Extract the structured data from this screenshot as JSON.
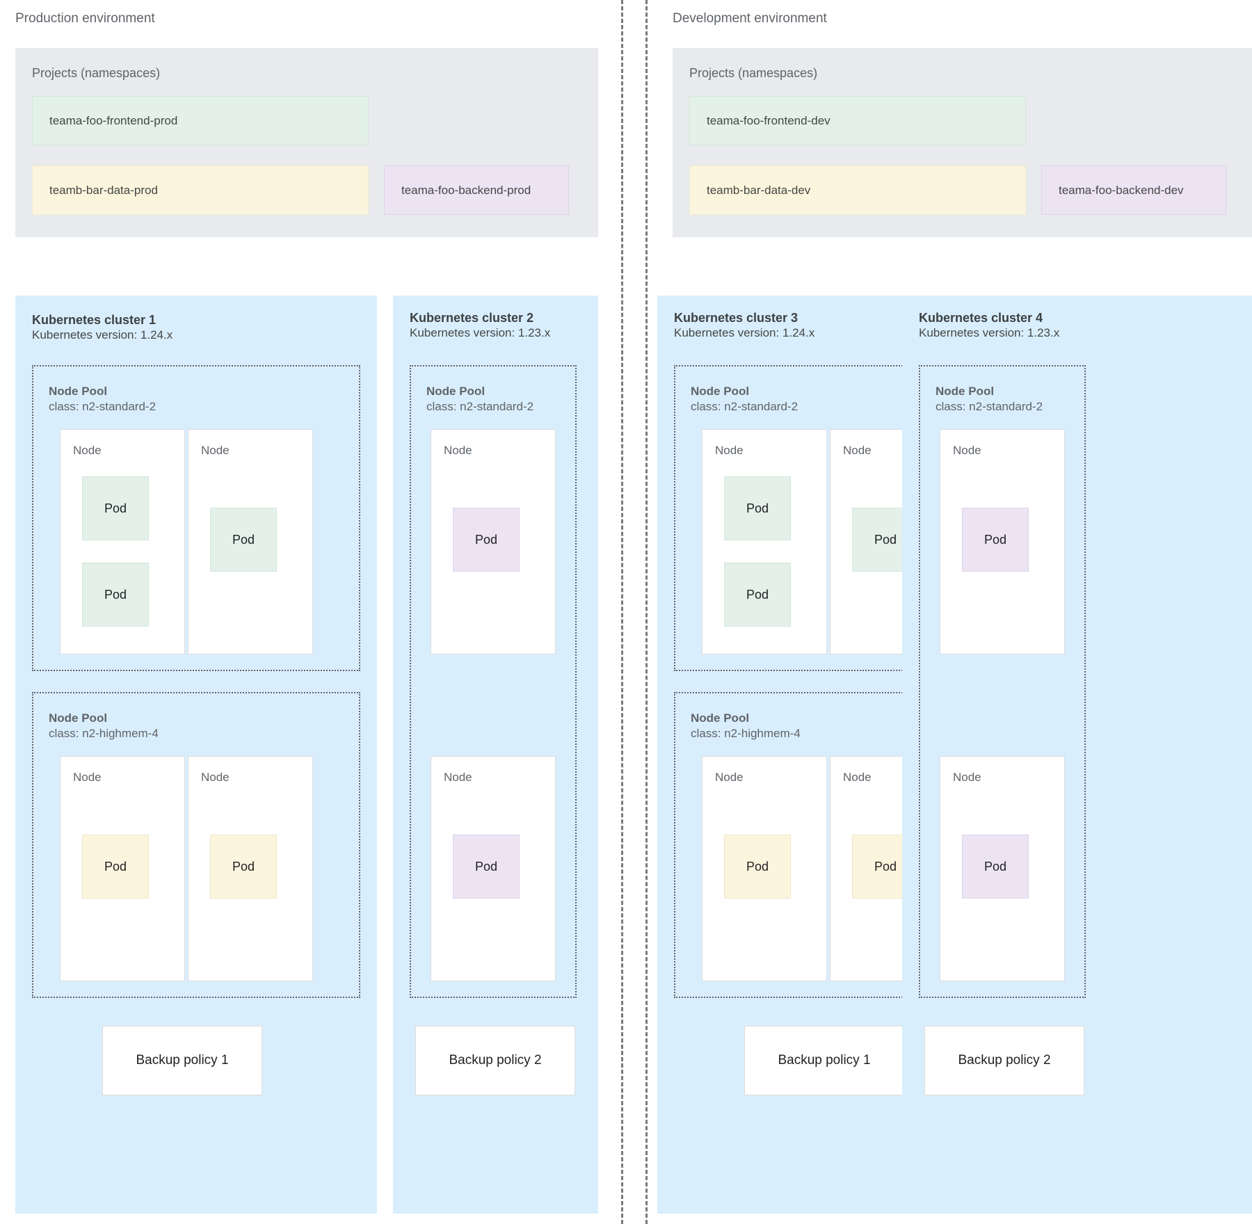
{
  "environments": [
    {
      "title": "Production environment",
      "namespaces_panel": {
        "title": "Projects (namespaces)",
        "items": [
          {
            "label": "teama-foo-frontend-prod",
            "color": "green",
            "hex": "#e3f1e9"
          },
          {
            "label": "teamb-bar-data-prod",
            "color": "yellow",
            "hex": "#fcf5dd"
          },
          {
            "label": "teama-foo-backend-prod",
            "color": "purple",
            "hex": "#ece4f3"
          }
        ]
      },
      "clusters": [
        {
          "title": "Kubernetes cluster 1",
          "version": "Kubernetes version: 1.24.x",
          "backup_policy": "Backup policy 1",
          "node_pools": [
            {
              "title": "Node Pool",
              "class": "class: n2-standard-2",
              "nodes": [
                {
                  "label": "Node",
                  "pods": [
                    {
                      "label": "Pod",
                      "color": "green"
                    },
                    {
                      "label": "Pod",
                      "color": "green"
                    }
                  ]
                },
                {
                  "label": "Node",
                  "pods": [
                    {
                      "label": "Pod",
                      "color": "green"
                    }
                  ]
                }
              ]
            },
            {
              "title": "Node Pool",
              "class": "class: n2-highmem-4",
              "nodes": [
                {
                  "label": "Node",
                  "pods": [
                    {
                      "label": "Pod",
                      "color": "yellow"
                    }
                  ]
                },
                {
                  "label": "Node",
                  "pods": [
                    {
                      "label": "Pod",
                      "color": "yellow"
                    }
                  ]
                }
              ]
            }
          ]
        },
        {
          "title": "Kubernetes cluster 2",
          "version": "Kubernetes version: 1.23.x",
          "backup_policy": "Backup policy 2",
          "node_pools": [
            {
              "title": "Node Pool",
              "class": "class: n2-standard-2",
              "nodes": [
                {
                  "label": "Node",
                  "pods": [
                    {
                      "label": "Pod",
                      "color": "purple"
                    }
                  ]
                },
                {
                  "label": "Node",
                  "pods": [
                    {
                      "label": "Pod",
                      "color": "purple"
                    }
                  ]
                }
              ]
            }
          ]
        }
      ]
    },
    {
      "title": "Development environment",
      "namespaces_panel": {
        "title": "Projects (namespaces)",
        "items": [
          {
            "label": "teama-foo-frontend-dev",
            "color": "green",
            "hex": "#e3f1e9"
          },
          {
            "label": "teamb-bar-data-dev",
            "color": "yellow",
            "hex": "#fcf5dd"
          },
          {
            "label": "teama-foo-backend-dev",
            "color": "purple",
            "hex": "#ece4f3"
          }
        ]
      },
      "clusters": [
        {
          "title": "Kubernetes cluster 3",
          "version": "Kubernetes version: 1.24.x",
          "backup_policy": "Backup policy 1",
          "node_pools": [
            {
              "title": "Node Pool",
              "class": "class: n2-standard-2",
              "nodes": [
                {
                  "label": "Node",
                  "pods": [
                    {
                      "label": "Pod",
                      "color": "green"
                    },
                    {
                      "label": "Pod",
                      "color": "green"
                    }
                  ]
                },
                {
                  "label": "Node",
                  "pods": [
                    {
                      "label": "Pod",
                      "color": "green"
                    }
                  ]
                }
              ]
            },
            {
              "title": "Node Pool",
              "class": "class: n2-highmem-4",
              "nodes": [
                {
                  "label": "Node",
                  "pods": [
                    {
                      "label": "Pod",
                      "color": "yellow"
                    }
                  ]
                },
                {
                  "label": "Node",
                  "pods": [
                    {
                      "label": "Pod",
                      "color": "yellow"
                    }
                  ]
                }
              ]
            }
          ]
        },
        {
          "title": "Kubernetes cluster 4",
          "version": "Kubernetes version: 1.23.x",
          "backup_policy": "Backup policy 2",
          "node_pools": [
            {
              "title": "Node Pool",
              "class": "class: n2-standard-2",
              "nodes": [
                {
                  "label": "Node",
                  "pods": [
                    {
                      "label": "Pod",
                      "color": "purple"
                    }
                  ]
                },
                {
                  "label": "Node",
                  "pods": [
                    {
                      "label": "Pod",
                      "color": "purple"
                    }
                  ]
                }
              ]
            }
          ]
        }
      ]
    }
  ],
  "colors": {
    "cluster_bg": "#d9eefc",
    "namespace_panel_bg": "#e8eaed",
    "green": "#e3f1e9",
    "yellow": "#fcf5dd",
    "purple": "#ece4f3",
    "divider": "#7a7a7a",
    "text_muted": "#5f6368",
    "text_dark": "#3c4043"
  }
}
